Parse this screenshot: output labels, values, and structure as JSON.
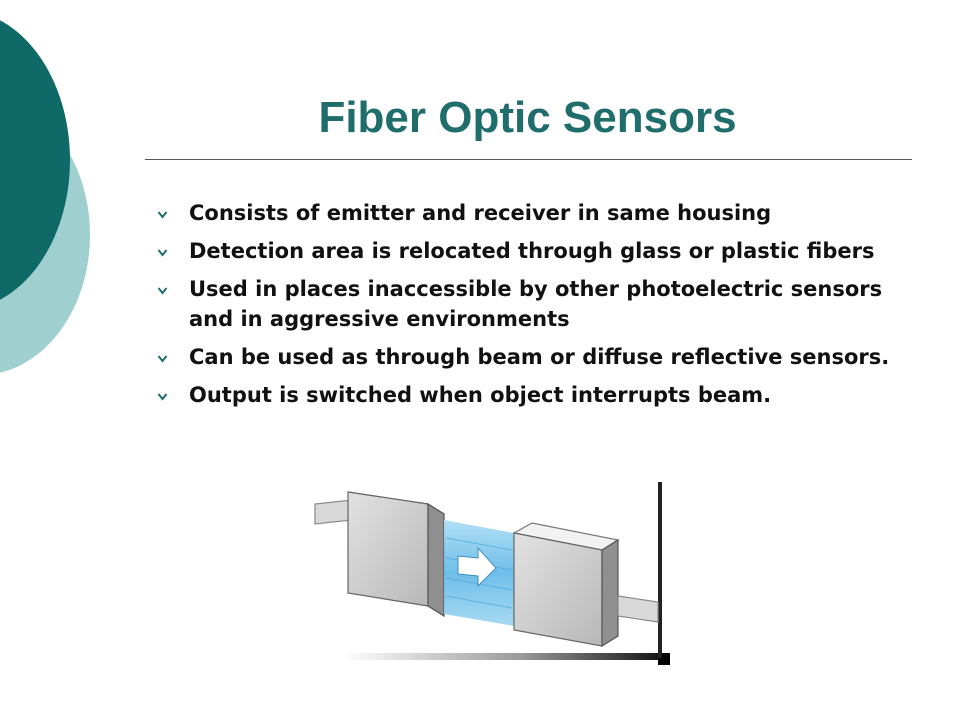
{
  "slide": {
    "title": "Fiber Optic Sensors",
    "accent_color": "#1f6e6c",
    "bullet_icon": "chevron-bullet-icon",
    "bullets": [
      "Consists of emitter and receiver in same housing",
      "Detection area is relocated through glass or plastic fibers",
      "Used in places inaccessible by other photoelectric sensors and in aggressive environments",
      "Can be used as through beam or diffuse reflective sensors.",
      "Output is switched when object interrupts beam."
    ]
  }
}
